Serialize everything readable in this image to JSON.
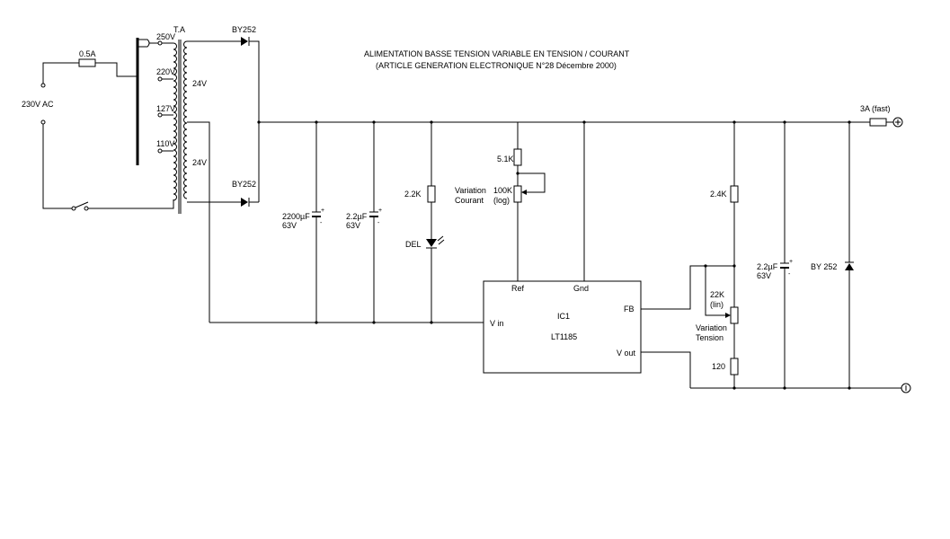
{
  "title": {
    "line1": "ALIMENTATION BASSE TENSION VARIABLE EN TENSION / COURANT",
    "line2": "(ARTICLE GENERATION ELECTRONIQUE  N°28 Décembre 2000)"
  },
  "labels": {
    "mains": "230V AC",
    "fuse_in": "0.5A",
    "transformer": "T.A",
    "tap_250": "250V",
    "tap_220": "220V",
    "tap_127": "127V",
    "tap_110": "110V",
    "sec_top": "24V",
    "sec_bottom": "24V",
    "diode_top": "BY252",
    "diode_bottom": "BY252",
    "cap1_value": "2200µF",
    "cap1_voltage": "63V",
    "cap2_value": "2.2µF",
    "cap2_voltage": "63V",
    "r_led": "2.2K",
    "led": "DEL",
    "r_ref": "5.1K",
    "var_current_1": "Variation",
    "var_current_2": "Courant",
    "pot_current_1": "100K",
    "pot_current_2": "(log)",
    "r_fb": "2.4K",
    "pot_voltage_1": "22K",
    "pot_voltage_2": "(lin)",
    "var_voltage_1": "Variation",
    "var_voltage_2": "Tension",
    "r_bottom": "120",
    "cap3_value": "2.2µF",
    "cap3_voltage": "63V",
    "diode_out": "BY 252",
    "fuse_out": "3A (fast)",
    "ic_pin_ref": "Ref",
    "ic_pin_gnd": "Gnd",
    "ic_pin_fb": "FB",
    "ic_pin_vin": "V in",
    "ic_pin_vout": "V out",
    "ic_name": "IC1",
    "ic_part": "LT1185",
    "plus_terminal": "+",
    "minus_terminal": "-"
  }
}
